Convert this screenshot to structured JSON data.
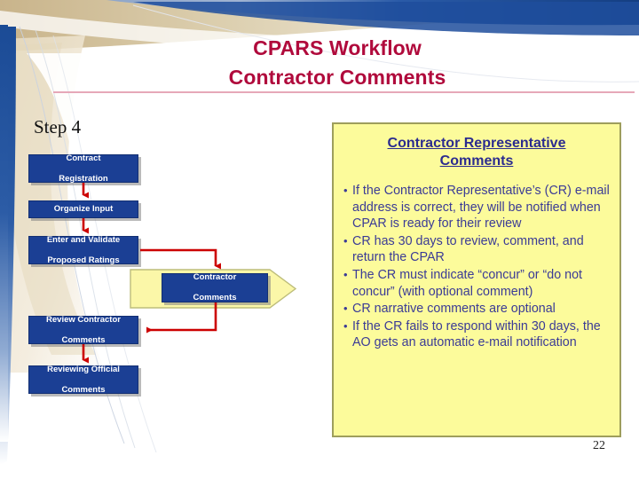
{
  "slide": {
    "title_line1": "CPARS Workflow",
    "title_line2": "Contractor Comments",
    "step_label": "Step 4",
    "page_number": "22",
    "colors": {
      "title_red": "#B00A3C",
      "box_blue": "#1B3F94",
      "panel_yellow": "#FCFB9B",
      "panel_border": "#9E9E5C",
      "connector_red": "#CC0000",
      "panel_text_blue": "#3B3B96",
      "accent_bar_blue": "#1F4E9C",
      "accent_tan": "#D9CBA8"
    }
  },
  "flow": {
    "boxes": [
      {
        "id": "contract-registration",
        "label": "Contract\nRegistration"
      },
      {
        "id": "organize-input",
        "label": "Organize Input"
      },
      {
        "id": "enter-validate",
        "label": "Enter and Validate\nProposed Ratings"
      },
      {
        "id": "contractor-comments",
        "label": "Contractor\nComments"
      },
      {
        "id": "review-contractor-comments",
        "label": "Review Contractor\nComments"
      },
      {
        "id": "reviewing-official-comments",
        "label": "Reviewing Official\nComments"
      }
    ],
    "box_labels": {
      "contract_registration_l1": "Contract",
      "contract_registration_l2": "Registration",
      "organize_input": "Organize Input",
      "enter_validate_l1": "Enter and Validate",
      "enter_validate_l2": "Proposed Ratings",
      "contractor_comments_l1": "Contractor",
      "contractor_comments_l2": "Comments",
      "review_contractor_l1": "Review Contractor",
      "review_contractor_l2": "Comments",
      "reviewing_official_l1": "Reviewing Official",
      "reviewing_official_l2": "Comments"
    }
  },
  "panel": {
    "heading": "Contractor Representative Comments",
    "bullet_marker": "•",
    "bullets": [
      "If the Contractor Representative’s (CR) e-mail address is correct, they will be notified when CPAR is ready for their review",
      "CR has 30 days to review,  comment, and return the CPAR",
      "The CR must indicate “concur” or “do not concur” (with optional comment)",
      "CR narrative comments are optional",
      "If the CR fails to respond within 30 days, the AO gets an automatic e-mail notification"
    ]
  }
}
